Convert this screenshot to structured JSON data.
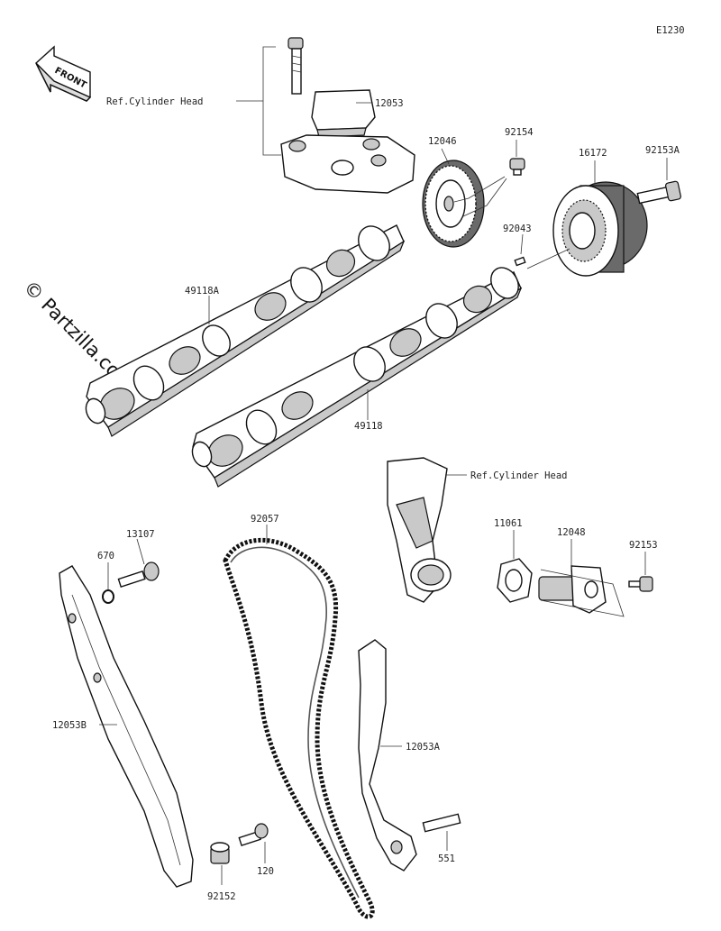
{
  "diagram_code": "E1230",
  "watermark": "© Partzilla.com",
  "front_label": "FRONT",
  "labels": {
    "ref_cyl_head_1": "Ref.Cylinder Head",
    "ref_cyl_head_2": "Ref.Cylinder Head",
    "p12053": "12053",
    "p12046": "12046",
    "p92154": "92154",
    "p16172": "16172",
    "p92153A": "92153A",
    "p92043": "92043",
    "p49118A": "49118A",
    "p49118": "49118",
    "p11061": "11061",
    "p12048": "12048",
    "p92153": "92153",
    "p13107": "13107",
    "p670": "670",
    "p92057": "92057",
    "p12053B": "12053B",
    "p12053A": "12053A",
    "p551": "551",
    "p120": "120",
    "p92152": "92152"
  }
}
